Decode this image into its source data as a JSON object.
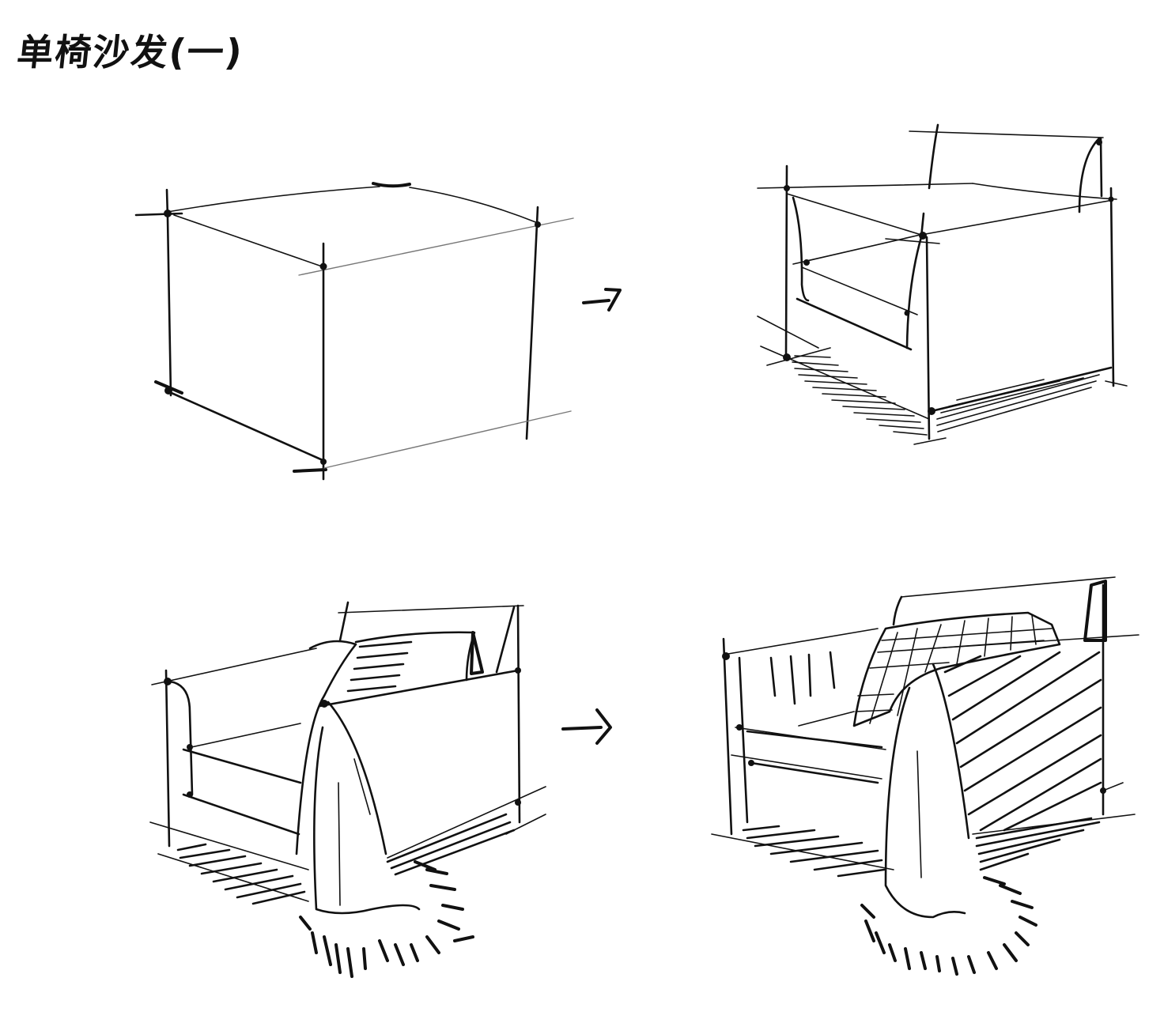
{
  "title": "单椅沙发(一)",
  "steps": [
    {
      "id": 1,
      "label": "box-construction",
      "description": "Perspective box with construction lines"
    },
    {
      "id": 2,
      "label": "frame-with-arms",
      "description": "Box refined with armrest and backrest lines, floor shadow hatching"
    },
    {
      "id": 3,
      "label": "sofa-line-drawing",
      "description": "Armchair line drawing with cushion and throw blanket"
    },
    {
      "id": 4,
      "label": "sofa-shaded",
      "description": "Armchair with plaid blanket and hatched shading"
    }
  ],
  "arrows": [
    {
      "from": 1,
      "to": 2,
      "glyph": "→"
    },
    {
      "from": 3,
      "to": 4,
      "glyph": "→"
    }
  ],
  "colors": {
    "ink": "#111111",
    "paper": "#ffffff"
  }
}
